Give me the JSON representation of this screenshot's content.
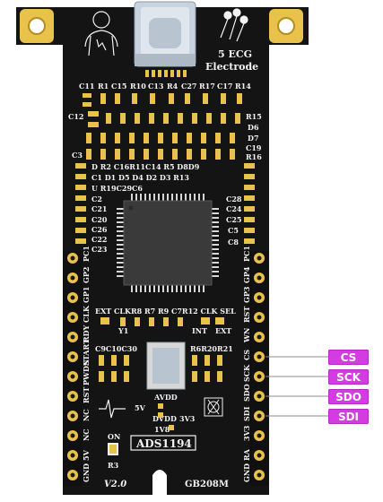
{
  "board": {
    "chip_name": "ADS1194",
    "electrode_label_line1": "5 ECG",
    "electrode_label_line2": "Electrode",
    "version": "V2.0",
    "board_code": "GB208M",
    "on_label": "ON",
    "r3_label": "R3",
    "avdd_label": "AVDD",
    "dvdd_label": "DVDD",
    "v5_label": "5V",
    "v18_label": "1V8",
    "v33_label": "3V3",
    "y1_label": "Y1",
    "int_label": "INT",
    "ext_label": "EXT",
    "clk_sel_label": "EXT CLKR8 R7 R9 C7R12 CLK SEL",
    "r6r20r21_label": "R6R20R21",
    "c9c10c30_label": "C9C10C30"
  },
  "top_caps_row": [
    "C11",
    "R1",
    "C15",
    "R10",
    "C13",
    "R4",
    "C27",
    "R17",
    "C17",
    "R14"
  ],
  "right_col_labels": [
    "R15",
    "D6",
    "D7",
    "C19",
    "R16"
  ],
  "left_col_labels_a": [
    "C12"
  ],
  "mid_rows": [
    "D R2 C16R11C14 R5 D8D9",
    "C1 D1 D5 D4 D2 D3 R13",
    "U R19C29C6"
  ],
  "left_caps": [
    "C3",
    "C2",
    "C21",
    "C20",
    "C26",
    "C22",
    "C23"
  ],
  "right_caps": [
    "C28",
    "C24",
    "C25",
    "C5",
    "C8"
  ],
  "left_header_pins": [
    "PC1",
    "GP2",
    "GP1",
    "CLK",
    "RDY",
    "START",
    "PWDN",
    "RST",
    "NC",
    "NC",
    "5V",
    "GND"
  ],
  "right_header_pins": [
    "PC1",
    "GP4",
    "GP3",
    "RST",
    "WN",
    "CS",
    "SCK",
    "SDO",
    "SDI",
    "3V3",
    "RA",
    "GND"
  ],
  "callouts": [
    {
      "label": "CS"
    },
    {
      "label": "SCK"
    },
    {
      "label": "SDO"
    },
    {
      "label": "SDI"
    }
  ],
  "colors": {
    "pcb": "#141414",
    "pad_gold": "#e8c24a",
    "silkscreen": "#f2f2f2",
    "callout": "#d23ce0",
    "usb_metal": "#c9d3df"
  }
}
